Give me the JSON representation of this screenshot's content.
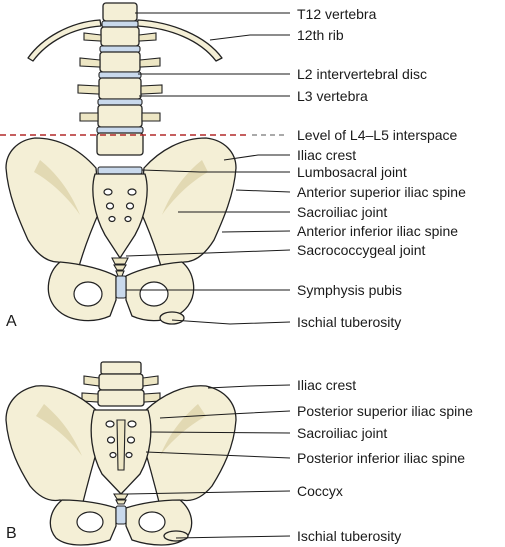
{
  "panel_a": {
    "letter": "A",
    "labels": [
      "T12 vertebra",
      "12th rib",
      "L2 intervertebral disc",
      "L3 vertebra",
      "Level of L4–L5 interspace",
      "Iliac crest",
      "Lumbosacral joint",
      "Anterior superior iliac spine",
      "Sacroiliac joint",
      "Anterior inferior iliac spine",
      "Sacrococcygeal joint",
      "Symphysis pubis",
      "Ischial tuberosity"
    ]
  },
  "panel_b": {
    "letter": "B",
    "labels": [
      "Iliac crest",
      "Posterior superior iliac spine",
      "Sacroiliac joint",
      "Posterior inferior iliac spine",
      "Coccyx",
      "Ischial tuberosity"
    ]
  },
  "colors": {
    "bone": "#f4efd6",
    "disc": "#c9d9ec",
    "level_line": "#b22a2a",
    "leader_line": "#1a1a1a"
  }
}
